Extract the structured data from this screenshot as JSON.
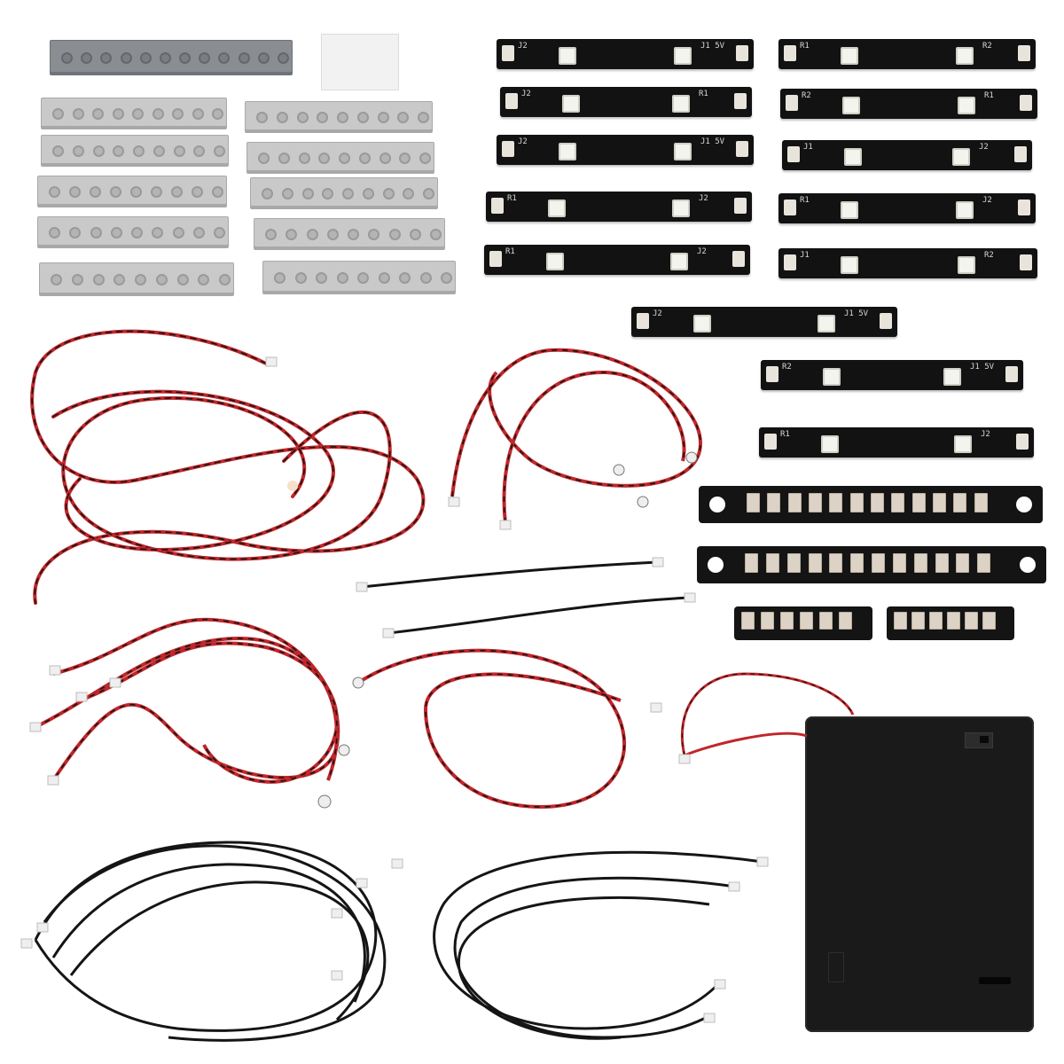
{
  "image": {
    "description_alt": "",
    "background": "#ffffff"
  },
  "colors": {
    "plate_light": "#c9c9c9",
    "plate_dark": "#8a8e92",
    "pcb": "#121212",
    "wire_red": "#c0262a",
    "wire_black": "#151515",
    "connector": "#e8e4dc",
    "battery_box": "#1a1a1a"
  },
  "led_strips": [
    {
      "silk_left": "J2",
      "silk_right": "J1 5V"
    },
    {
      "silk_left": "J2",
      "silk_right": "R1"
    },
    {
      "silk_left": "J2",
      "silk_right": "J1 5V"
    },
    {
      "silk_left": "R1",
      "silk_right": "J2"
    },
    {
      "silk_left": "R1",
      "silk_right": "J2"
    },
    {
      "silk_left": "R1",
      "silk_right": "R2"
    },
    {
      "silk_left": "R2",
      "silk_right": "R1"
    },
    {
      "silk_left": "J1",
      "silk_right": "J2"
    },
    {
      "silk_left": "R1",
      "silk_right": "J2"
    },
    {
      "silk_left": "J1",
      "silk_right": "R2"
    },
    {
      "silk_left": "J2",
      "silk_right": "J1 5V"
    },
    {
      "silk_left": "R2",
      "silk_right": "J1 5V"
    },
    {
      "silk_left": "R1",
      "silk_right": "J2"
    }
  ],
  "expansion_boards": [
    {
      "ports": 12
    },
    {
      "ports": 12
    },
    {
      "ports": 6
    },
    {
      "ports": 6
    }
  ]
}
